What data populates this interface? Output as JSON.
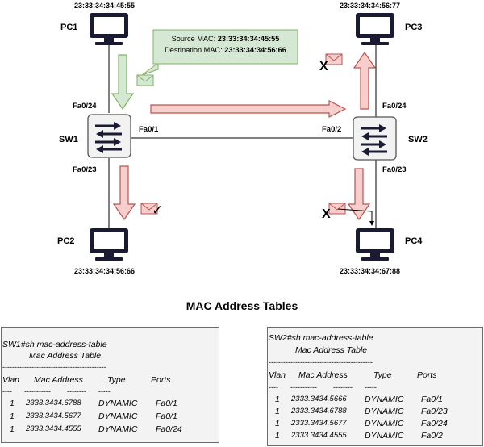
{
  "hosts": {
    "pc1": {
      "label": "PC1",
      "mac": "23:33:34:34:45:55"
    },
    "pc2": {
      "label": "PC2",
      "mac": "23:33:34:34:56:66"
    },
    "pc3": {
      "label": "PC3",
      "mac": "23:33:34:34:56:77"
    },
    "pc4": {
      "label": "PC4",
      "mac": "23:33:34:34:67:88"
    }
  },
  "switches": {
    "sw1": {
      "label": "SW1",
      "ports": {
        "up": "Fa0/24",
        "right": "Fa0/1",
        "down": "Fa0/23"
      }
    },
    "sw2": {
      "label": "SW2",
      "ports": {
        "up": "Fa0/24",
        "left": "Fa0/2",
        "down": "Fa0/23"
      }
    }
  },
  "frame_callout": {
    "source_label": "Source MAC:",
    "source_value": "23:33:34:34:45:55",
    "dest_label": "Destination MAC:",
    "dest_value": "23:33:34:34:56:66"
  },
  "delivery_marks": {
    "dropped": "X",
    "accepted": "✓"
  },
  "colors": {
    "green_fill": "#d5e8d4",
    "green_stroke": "#82b366",
    "red_fill": "#f8cecc",
    "red_stroke": "#b85450",
    "monitor": "#1a1a33"
  },
  "tables_title": "MAC Address Tables",
  "sw1_table": {
    "command": "SW1#sh mac-address-table",
    "title": "Mac Address Table",
    "separator": "-------------------------------------------",
    "headers": [
      "Vlan",
      "Mac Address",
      "Type",
      "Ports"
    ],
    "header_rule": "----      -----------        --------      -----",
    "rows": [
      [
        "1",
        "2333.3434.6788",
        "DYNAMIC",
        "Fa0/1"
      ],
      [
        "1",
        "2333.3434.5677",
        "DYNAMIC",
        "Fa0/1"
      ],
      [
        "1",
        "2333.3434.4555",
        "DYNAMIC",
        "Fa0/24"
      ]
    ]
  },
  "sw2_table": {
    "command": "SW2#sh mac-address-table",
    "title": "Mac Address Table",
    "separator": "-------------------------------------------",
    "headers": [
      "Vlan",
      "Mac Address",
      "Type",
      "Ports"
    ],
    "header_rule": "----      -----------        --------      -----",
    "rows": [
      [
        "1",
        "2333.3434.5666",
        "DYNAMIC",
        "Fa0/1"
      ],
      [
        "1",
        "2333.3434.6788",
        "DYNAMIC",
        "Fa0/23"
      ],
      [
        "1",
        "2333.3434.5677",
        "DYNAMIC",
        "Fa0/24"
      ],
      [
        "1",
        "2333.3434.4555",
        "DYNAMIC",
        "Fa0/2"
      ]
    ]
  }
}
